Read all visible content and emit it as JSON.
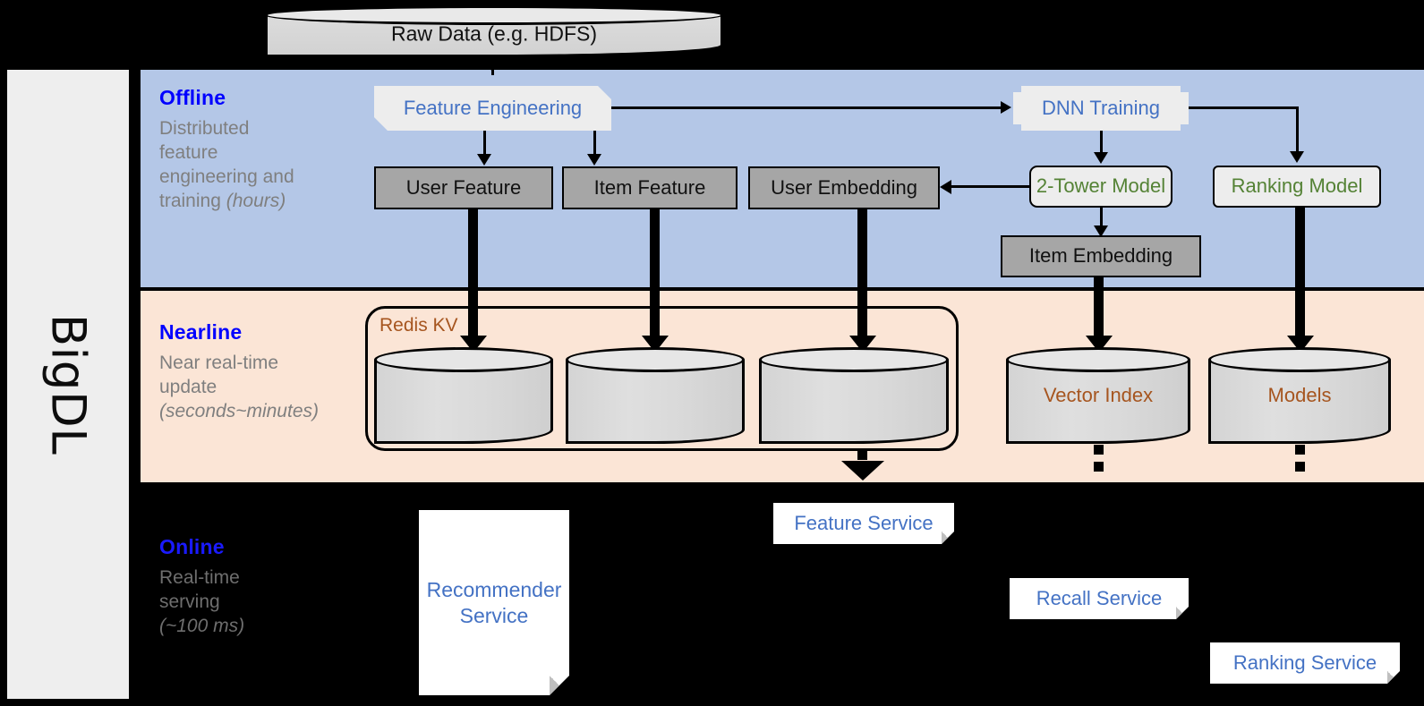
{
  "framework": {
    "name": "BigDL"
  },
  "source": {
    "label": "Raw Data (e.g. HDFS)"
  },
  "bands": {
    "offline": {
      "title": "Offline",
      "description": "Distributed feature engineering and training (hours)",
      "desc_line1": "Distributed",
      "desc_line2": "feature",
      "desc_line3": "engineering and",
      "desc_line4_plain": "training ",
      "desc_line4_italic": "(hours)",
      "background_color": "#b4c7e7"
    },
    "nearline": {
      "title": "Nearline",
      "description": "Near real-time update (seconds~minutes)",
      "desc_line1": "Near real-time",
      "desc_line2": "update",
      "desc_line3_italic": "(seconds~minutes)",
      "background_color": "#fbe5d6"
    },
    "online": {
      "title": "Online",
      "description": "Real-time serving (~100 ms)",
      "desc_line1": "Real-time",
      "desc_line2": "serving",
      "desc_line3_italic": "(~100 ms)",
      "background_color": "#000000"
    }
  },
  "offline_nodes": {
    "feature_engineering": {
      "label": "Feature Engineering",
      "color": "#4472c4"
    },
    "dnn_training": {
      "label": "DNN Training",
      "color": "#4472c4"
    },
    "user_feature": {
      "label": "User Feature"
    },
    "item_feature": {
      "label": "Item Feature"
    },
    "user_embedding": {
      "label": "User Embedding"
    },
    "item_embedding": {
      "label": "Item Embedding"
    },
    "two_tower_model": {
      "label": "2-Tower Model",
      "color": "#548235"
    },
    "ranking_model": {
      "label": "Ranking Model",
      "color": "#548235"
    }
  },
  "nearline_nodes": {
    "redis_kv": {
      "label": "Redis KV",
      "color": "#a6551f"
    },
    "user_feature_store": {
      "label": ""
    },
    "item_feature_store": {
      "label": ""
    },
    "user_embedding_store": {
      "label": ""
    },
    "vector_index": {
      "label": "Vector Index",
      "color": "#a6551f"
    },
    "models": {
      "label": "Models",
      "color": "#a6551f"
    }
  },
  "online_nodes": {
    "recommender_service": {
      "label": "Recommender Service",
      "line1": "Recommender",
      "line2": "Service",
      "color": "#4472c4"
    },
    "feature_service": {
      "label": "Feature Service",
      "color": "#4472c4"
    },
    "recall_service": {
      "label": "Recall Service",
      "color": "#4472c4"
    },
    "ranking_service": {
      "label": "Ranking Service",
      "color": "#4472c4"
    }
  },
  "palette": {
    "offline_band": "#b4c7e7",
    "nearline_band": "#fbe5d6",
    "online_band": "#000000",
    "sidebar": "#eeeeee",
    "gray_node": "#a6a6a6",
    "light_node": "#ededed",
    "accent_blue": "#0000ff",
    "node_blue": "#4472c4",
    "node_green": "#548235",
    "store_brown": "#a6551f",
    "muted_gray": "#7f7f7f"
  }
}
